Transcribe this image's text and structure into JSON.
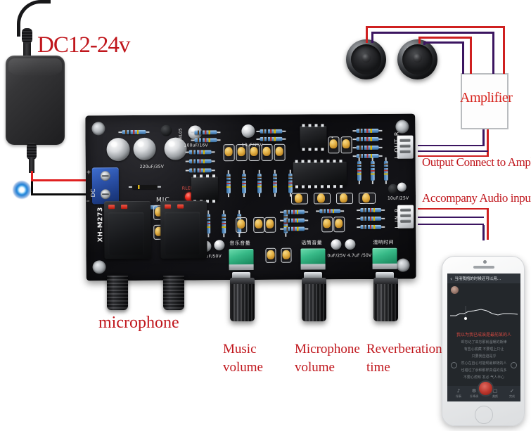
{
  "annotations": {
    "power_input": "DC12-24v",
    "amplifier": "Amplifier",
    "output_to_amp": "Output Connect to Amplifier",
    "audio_input": "Accompany Audio input",
    "microphone": "microphone",
    "knob1_line1": "Music",
    "knob1_line2": "volume",
    "knob2_line1": "Microphone",
    "knob2_line2": "volume",
    "knob3_line1": "Reverberation",
    "knob3_line2": "time"
  },
  "board": {
    "model": "XH-M273",
    "dc_label": "DC",
    "dc_plus": "+",
    "dc_minus": "_",
    "mic_label": "MIC",
    "led_label": "RLED",
    "silk": {
      "cap_220": "220uF/35V",
      "cap_100": "100uF/16V",
      "cap_10_25a": "10uF/25V",
      "cap_10_25b": "10uF/25V",
      "cap_47_50a": "4.7uF/50V",
      "cap_47_50b": "0uF/25V 4.7uF /50V",
      "reg_7805": "78L05",
      "out_connector": "L  OUT  R",
      "in_connector": "L   IN   R",
      "pot1_cn": "音乐音量",
      "pot2_cn": "话筒音量",
      "pot3_cn": "混响时间"
    }
  },
  "colors": {
    "annotation_red": "#c0161c",
    "wire_red": "#cf2020",
    "wire_navy": "#3b1560",
    "wire_black": "#0a0a0a",
    "board_black": "#101014",
    "pot_green": "#37b987",
    "terminal_blue": "#2b51a8"
  },
  "phone": {
    "header_title": "当用我抱的时候还可以用…",
    "lyric_highlight": "我以为我已成诶是最前某的人",
    "lyrics": [
      "却忘记了来忘那就温暖的斯律",
      "有些心底藏 不要理上只让",
      "只要我自迫是乎",
      "然心在自心可能现最郎随的人",
      "也错过了余种那样真语的清多",
      "不要心虑知 发必 气人半心"
    ],
    "bottom_items": [
      {
        "icon": "♪",
        "label": "伴奏"
      },
      {
        "icon": "⚙",
        "label": "升降调"
      },
      {
        "icon": "▢",
        "label": "美颜"
      },
      {
        "icon": "✓",
        "label": "完成"
      }
    ]
  }
}
